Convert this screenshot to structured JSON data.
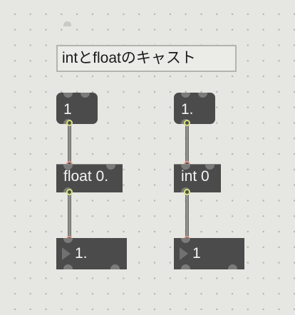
{
  "comment": {
    "text": "intとfloatのキャスト"
  },
  "left_column": {
    "message": "1",
    "object": "float 0.",
    "number": "1."
  },
  "right_column": {
    "message": "1.",
    "object": "int 0",
    "number": "1"
  }
}
